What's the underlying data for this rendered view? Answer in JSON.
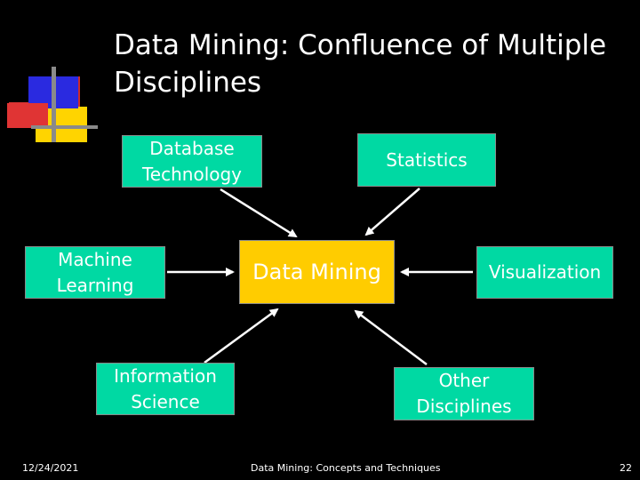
{
  "slide": {
    "title": "Data Mining: Confluence of Multiple Disciplines",
    "center_node": "Data Mining",
    "nodes": {
      "database": "Database Technology",
      "statistics": "Statistics",
      "machine_learning": "Machine Learning",
      "visualization": "Visualization",
      "information_science": "Information Science",
      "other": "Other Disciplines"
    },
    "colors": {
      "background": "#000000",
      "node_fill": "#00d9a3",
      "center_fill": "#ffcc00",
      "text": "#ffffff"
    }
  },
  "footer": {
    "date": "12/24/2021",
    "source": "Data Mining: Concepts and Techniques",
    "page_number": "22"
  }
}
